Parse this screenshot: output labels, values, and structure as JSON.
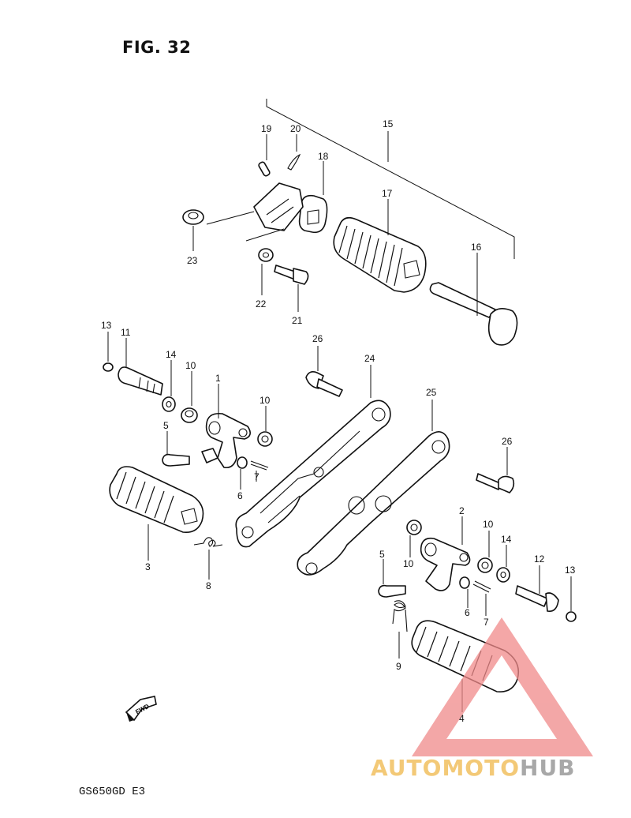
{
  "figure": {
    "title": "FIG. 32",
    "model_code": "GS650GD  E3",
    "fwd_label": "FWD"
  },
  "callouts": [
    {
      "id": "c15",
      "label": "15"
    },
    {
      "id": "c19",
      "label": "19"
    },
    {
      "id": "c20",
      "label": "20"
    },
    {
      "id": "c18",
      "label": "18"
    },
    {
      "id": "c17",
      "label": "17"
    },
    {
      "id": "c16",
      "label": "16"
    },
    {
      "id": "c23",
      "label": "23"
    },
    {
      "id": "c22",
      "label": "22"
    },
    {
      "id": "c21",
      "label": "21"
    },
    {
      "id": "c13a",
      "label": "13"
    },
    {
      "id": "c11",
      "label": "11"
    },
    {
      "id": "c14a",
      "label": "14"
    },
    {
      "id": "c10a",
      "label": "10"
    },
    {
      "id": "c1",
      "label": "1"
    },
    {
      "id": "c10b",
      "label": "10"
    },
    {
      "id": "c26a",
      "label": "26"
    },
    {
      "id": "c24",
      "label": "24"
    },
    {
      "id": "c25",
      "label": "25"
    },
    {
      "id": "c26b",
      "label": "26"
    },
    {
      "id": "c5a",
      "label": "5"
    },
    {
      "id": "c7a",
      "label": "7"
    },
    {
      "id": "c6a",
      "label": "6"
    },
    {
      "id": "c3",
      "label": "3"
    },
    {
      "id": "c8",
      "label": "8"
    },
    {
      "id": "c2",
      "label": "2"
    },
    {
      "id": "c10c",
      "label": "10"
    },
    {
      "id": "c10d",
      "label": "10"
    },
    {
      "id": "c14b",
      "label": "14"
    },
    {
      "id": "c12",
      "label": "12"
    },
    {
      "id": "c13b",
      "label": "13"
    },
    {
      "id": "c5b",
      "label": "5"
    },
    {
      "id": "c6b",
      "label": "6"
    },
    {
      "id": "c7b",
      "label": "7"
    },
    {
      "id": "c9",
      "label": "9"
    },
    {
      "id": "c4",
      "label": "4"
    }
  ],
  "watermark": {
    "part1": "AUTOMOTO",
    "part2": "HUB",
    "color1": "#f0b84a",
    "color2": "#8c8c8c",
    "mark_color": "#f08a8a"
  }
}
